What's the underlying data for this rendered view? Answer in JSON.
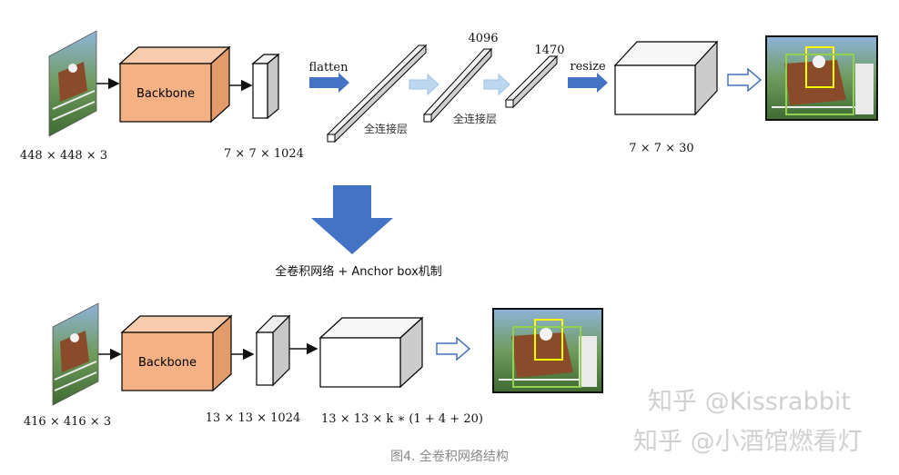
{
  "top_row": {
    "input_dims": "448 × 448 × 3",
    "backbone_label": "Backbone",
    "feature_dims": "7 × 7 × 1024",
    "flatten_label": "flatten",
    "fc1_label": "全连接层",
    "fc2_label": "全连接层",
    "fc2_size": "4096",
    "fc3_size": "1470",
    "resize_label": "resize",
    "output_dims": "7 × 7 × 30"
  },
  "transition_label": "全卷积网络 + Anchor box机制",
  "bottom_row": {
    "input_dims": "416 × 416 × 3",
    "backbone_label": "Backbone",
    "feature_dims": "13 × 13 × 1024",
    "output_dims": "13 × 13 × k ∗ (1 + 4 + 20)"
  },
  "caption": "图4. 全卷积网络结构",
  "watermarks": [
    "知乎 @Kissrabbit",
    "知乎 @小酒馆燃看灯"
  ],
  "colors": {
    "backbone_fill": "#f4b183",
    "backbone_edge": "#c55a11",
    "arrow_blue": "#4472c4",
    "arrow_light": "#bdd7ee",
    "output_box_yellow": "#ffff00",
    "output_box_green": "#92d050"
  }
}
